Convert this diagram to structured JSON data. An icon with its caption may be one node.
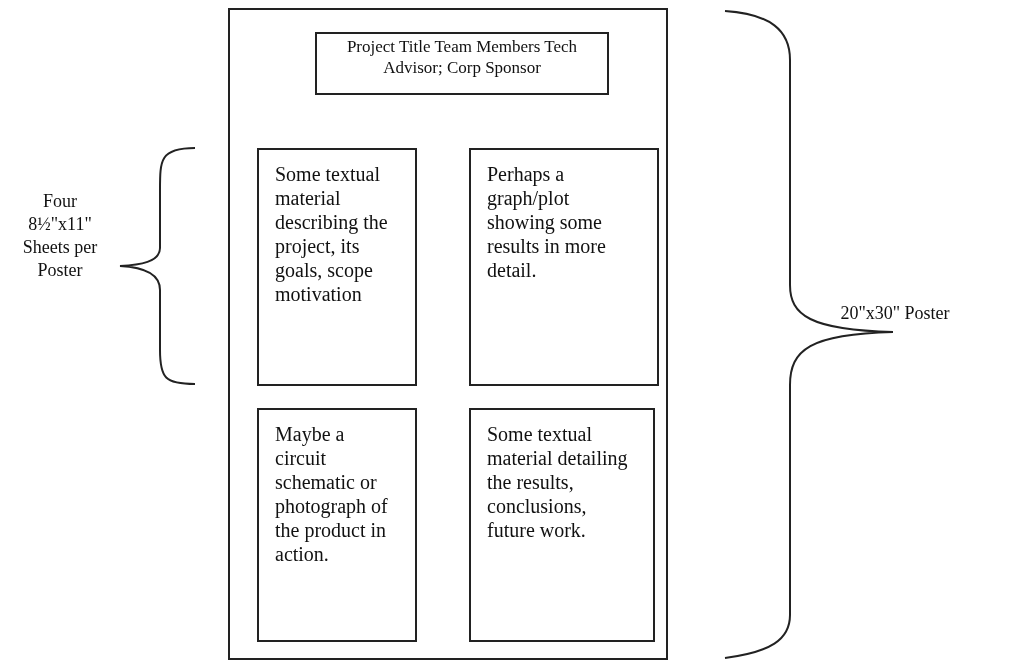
{
  "diagram": {
    "nodes": [
      {
        "text": [],
        "shape": "box"
      },
      {
        "text": [
          "Project Title Team Members Tech Advisor; Corp Sponsor"
        ],
        "in": 0
      },
      {
        "text": [
          "Some textual material describing the project, its goals, scope motivation"
        ],
        "in": 0
      },
      {
        "text": [
          "Perhaps a graph/plot showing some results in more detail."
        ],
        "in": 0
      },
      {
        "text": [
          "Maybe a circuit schematic or photograph of the product in action."
        ],
        "in": 0
      },
      {
        "text": [
          "Some textual material detailing the results, conclusions, future work."
        ],
        "in": 0
      }
    ],
    "edges": [],
    "labels": [
      "Four 8½\"x11\" Sheets per Poster",
      "20\"x30\" Poster"
    ]
  }
}
